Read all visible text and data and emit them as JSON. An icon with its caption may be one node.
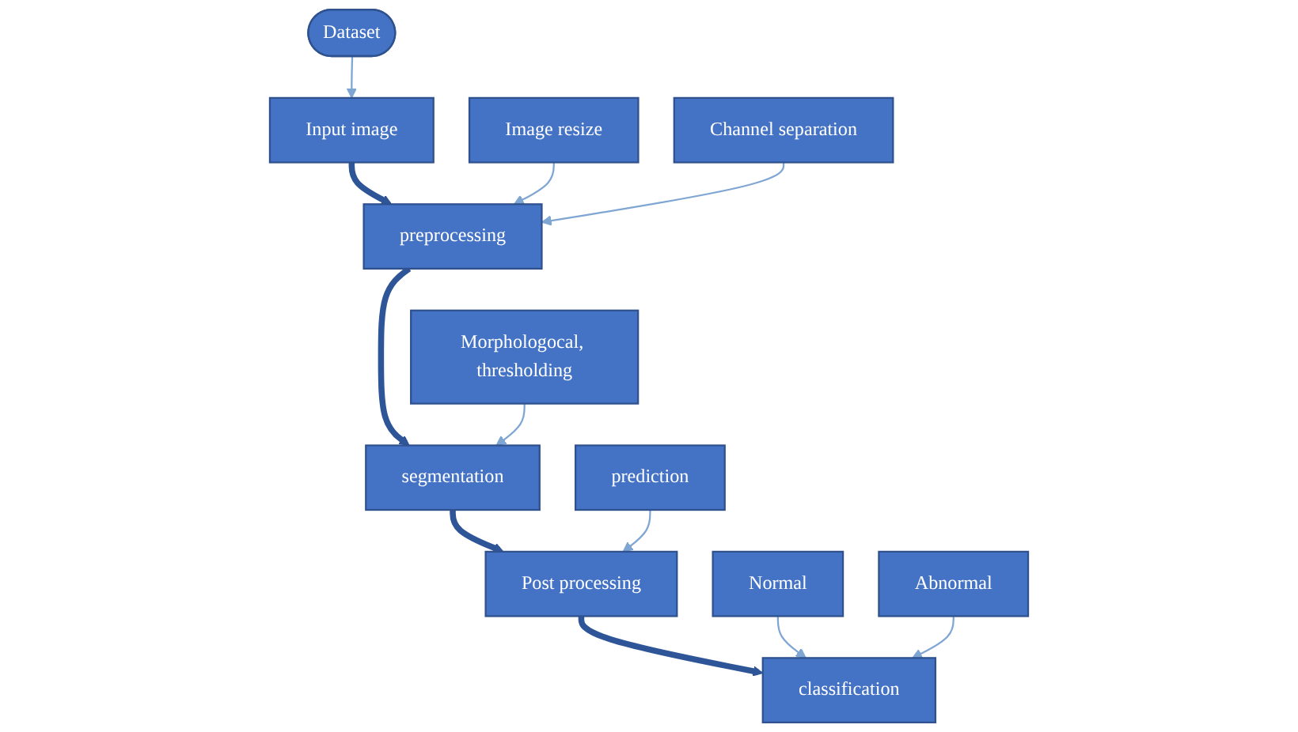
{
  "diagram": {
    "nodes": [
      {
        "text": [
          "Input image"
        ]
      },
      {
        "text": [
          "Dataset"
        ]
      },
      {
        "text": [
          "Image resize"
        ]
      },
      {
        "text": [
          "preprocessing"
        ]
      },
      {
        "text": [
          "Channel separation"
        ]
      },
      {
        "text": [
          "segmentation"
        ]
      },
      {
        "text": [
          "Morphologocal, thresholding"
        ]
      },
      {
        "text": [
          "prediction"
        ]
      },
      {
        "text": [
          "Post processing"
        ]
      },
      {
        "text": [
          "classification"
        ]
      },
      {
        "text": [
          "Normal"
        ]
      },
      {
        "text": [
          "Abnormal"
        ]
      }
    ],
    "edges": [
      {
        "from": 1,
        "to": 0,
        "arrow": "to"
      },
      {
        "from": 0,
        "to": 3,
        "arrow": "to",
        "style": "thick",
        "color": "#2e5597"
      },
      {
        "from": 2,
        "to": 3,
        "arrow": "to"
      },
      {
        "from": 4,
        "to": 3,
        "arrow": "to"
      },
      {
        "from": 3,
        "to": 5,
        "arrow": "to",
        "style": "thick",
        "color": "#2e5597"
      },
      {
        "from": 6,
        "to": 5,
        "arrow": "to"
      },
      {
        "from": 5,
        "to": 8,
        "arrow": "to",
        "style": "thick",
        "color": "#2e5597"
      },
      {
        "from": 7,
        "to": 8,
        "arrow": "to"
      },
      {
        "from": 8,
        "to": 9,
        "arrow": "to",
        "style": "thick",
        "color": "#2e5597"
      },
      {
        "from": 10,
        "to": 9,
        "arrow": "to"
      },
      {
        "from": 11,
        "to": 9,
        "arrow": "to"
      }
    ]
  }
}
